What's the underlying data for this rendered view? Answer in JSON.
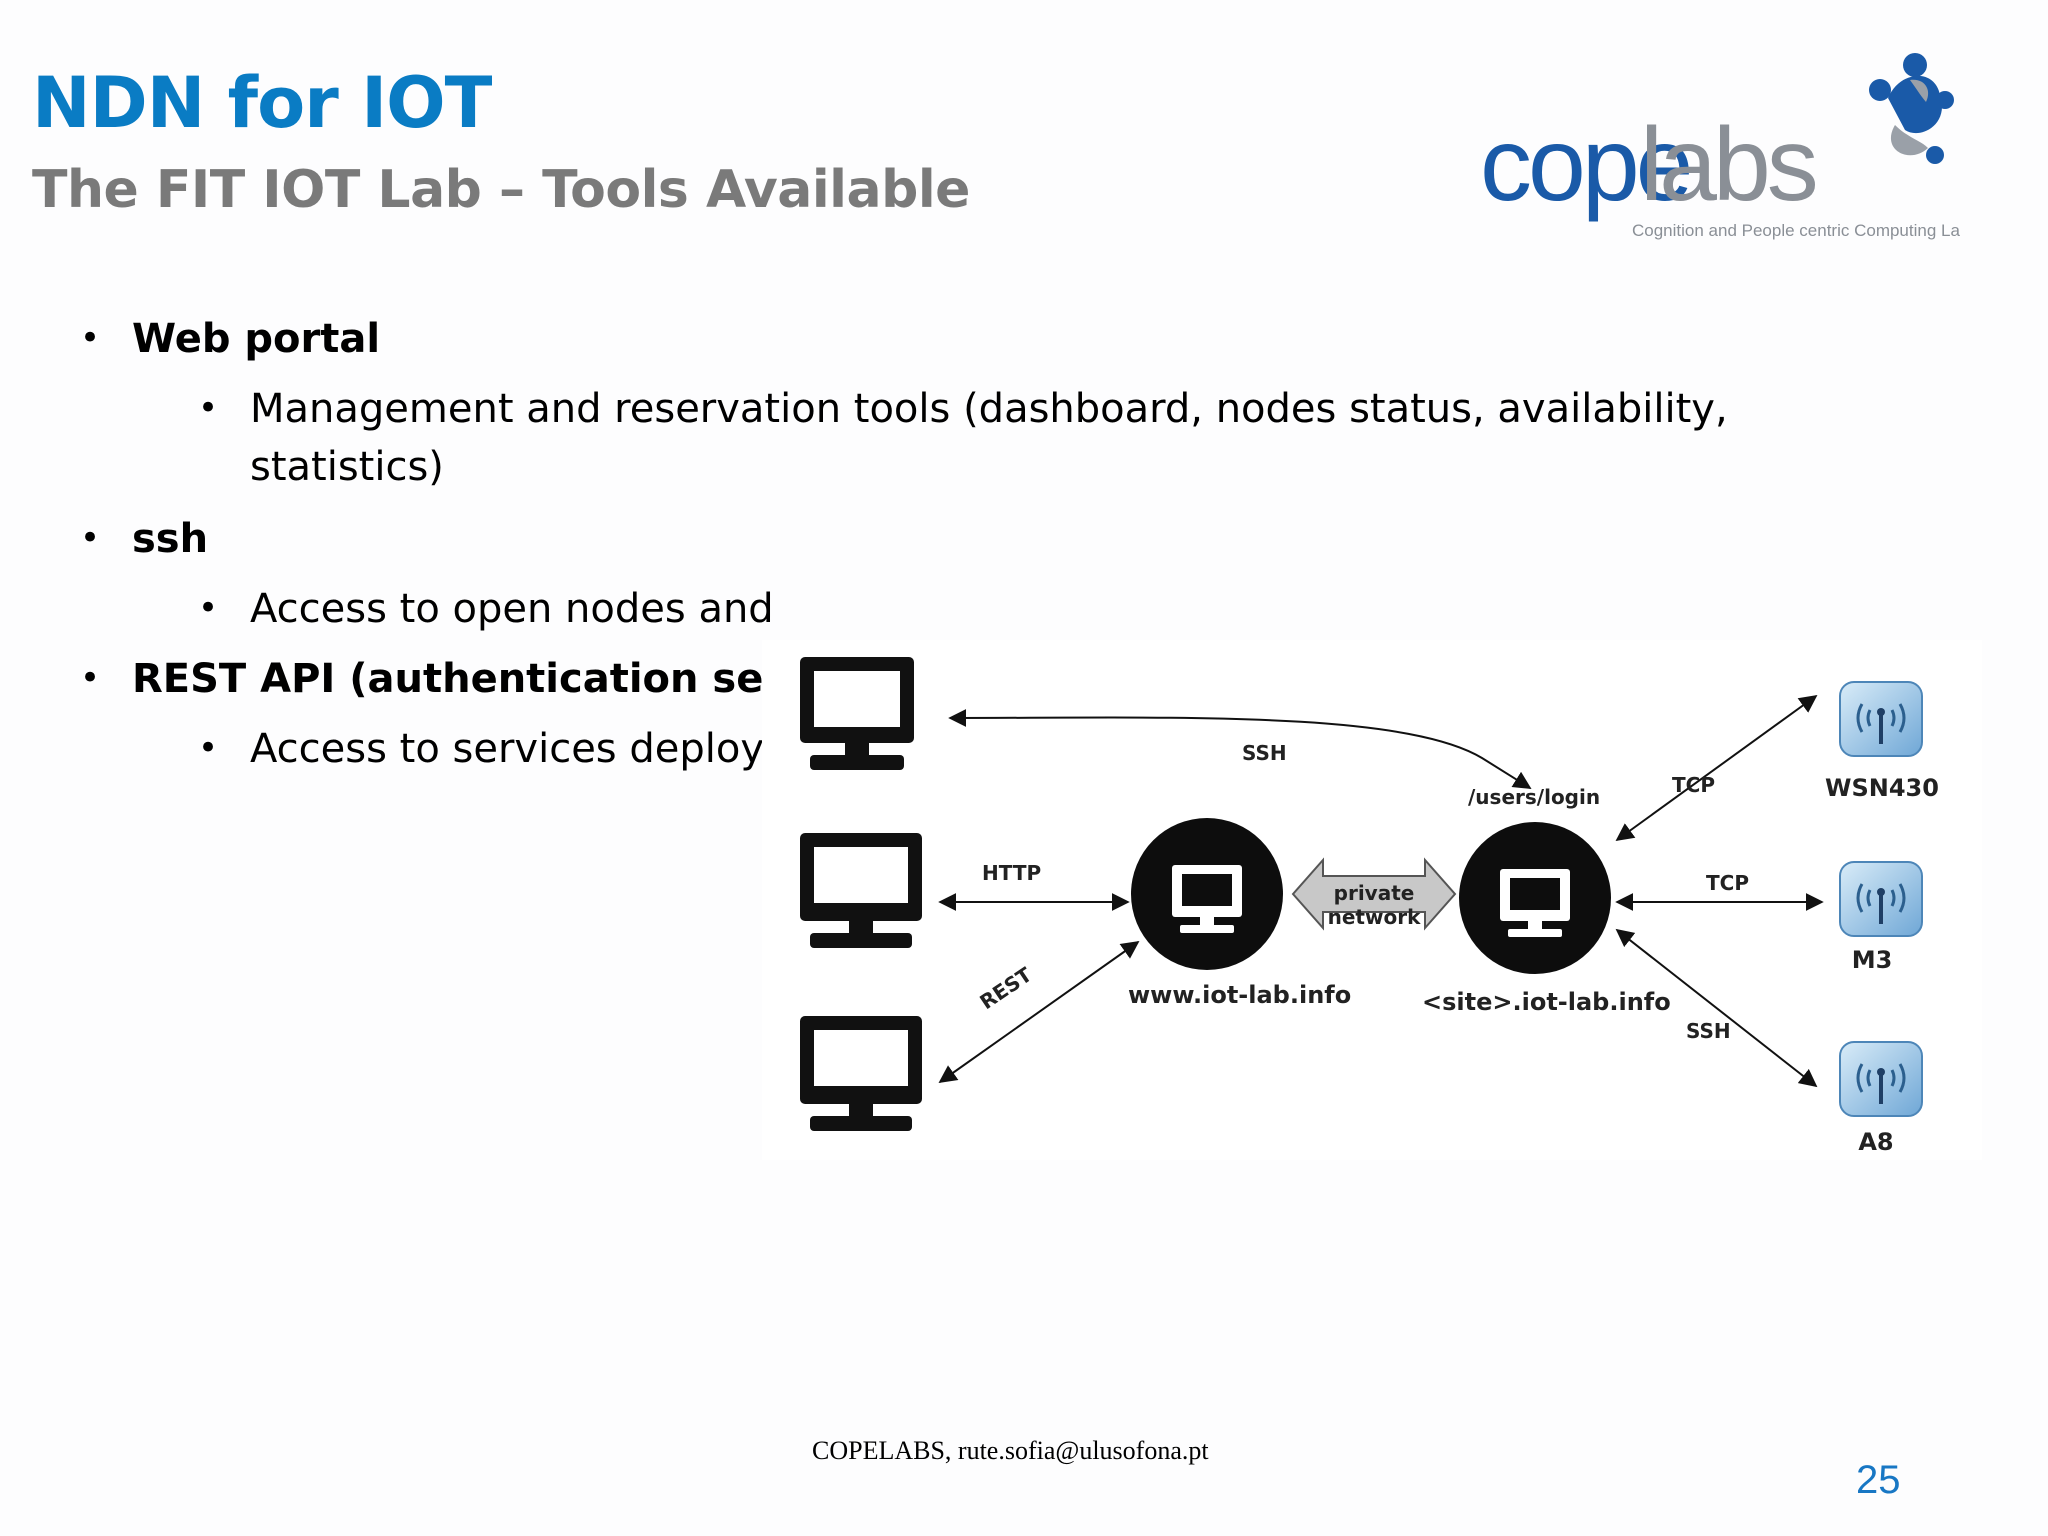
{
  "header": {
    "title": "NDN for IOT",
    "subtitle": "The FIT IOT Lab – Tools Available"
  },
  "logo": {
    "wordmark_blue": "cope",
    "wordmark_gray": "labs",
    "tagline": "Cognition and People centric Computing Labs"
  },
  "bullets": [
    {
      "label": "Web portal",
      "sub": [
        "Management and reservation tools (dashboard, nodes status, availability,",
        "statistics)"
      ]
    },
    {
      "label": "ssh",
      "sub": [
        "Access to open nodes and"
      ]
    },
    {
      "label": "REST API (authentication servic",
      "sub": [
        "Access to services deploye"
      ]
    }
  ],
  "diagram": {
    "labels": {
      "ssh_top": "SSH",
      "http": "HTTP",
      "rest": "REST",
      "private_line1": "private",
      "private_line2": "network",
      "users_login": "/users/login",
      "www": "www.iot-lab.info",
      "site": "<site>.iot-lab.info",
      "tcp1": "TCP",
      "tcp2": "TCP",
      "ssh_bottom": "SSH"
    },
    "nodes": [
      "WSN430",
      "M3",
      "A8"
    ]
  },
  "footer": {
    "text": "COPELABS, rute.sofia@ulusofona.pt",
    "page_number": "25"
  },
  "colors": {
    "title": "#0a7cc4",
    "subtitle": "#7a7a7a",
    "logo_blue": "#1a5aa8",
    "logo_gray": "#8a8f96",
    "page_number": "#1877c4"
  }
}
